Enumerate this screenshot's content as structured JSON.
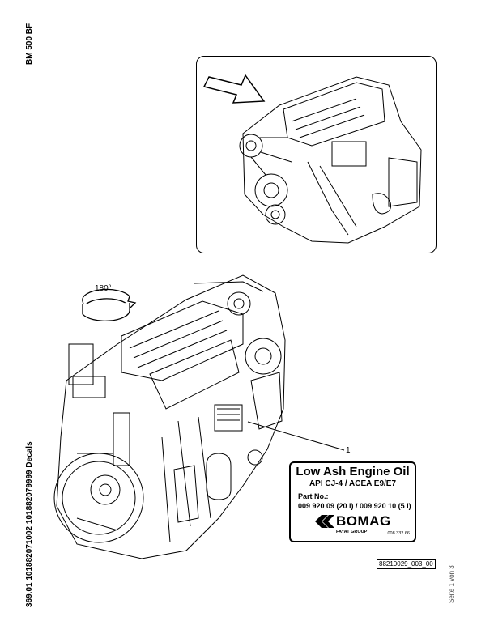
{
  "header": {
    "model": "BM 500 BF"
  },
  "footer": {
    "document_code": "369.01 101882071002 101882079999 Decals",
    "page_number": "Seite 1 von 3",
    "figure_reference": "88210029_003_00"
  },
  "figure": {
    "item_number": "1",
    "rotation_label": "180°"
  },
  "decal": {
    "title": "Low Ash Engine Oil",
    "spec": "API CJ-4 / ACEA E9/E7",
    "part_label": "Part No.:",
    "part_numbers": "009 920 09 (20 l) / 009 920 10 (5 l)",
    "brand": "BOMAG",
    "brand_sub": "FAYAT GROUP",
    "code": "008 332 66"
  }
}
